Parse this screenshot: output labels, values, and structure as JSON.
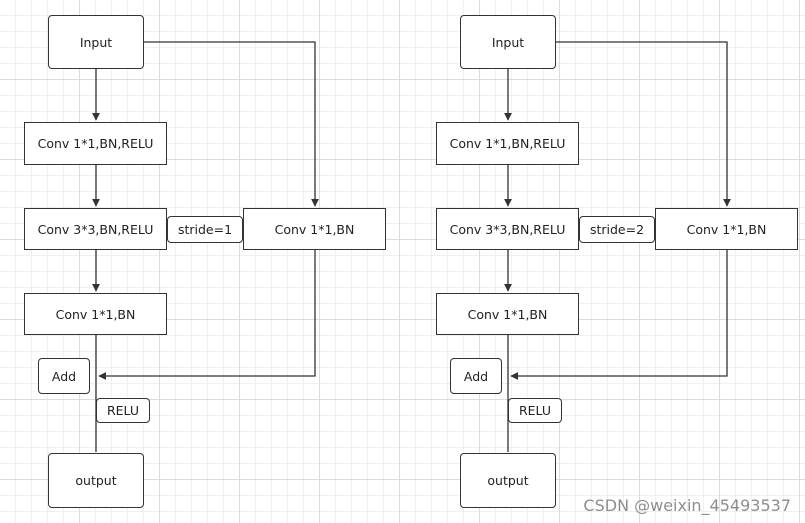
{
  "diagrams": [
    {
      "input": "Input",
      "conv1": "Conv 1*1,BN,RELU",
      "conv3": "Conv 3*3,BN,RELU",
      "stride": "stride=1",
      "shortcut": "Conv 1*1,BN",
      "conv1bn": "Conv 1*1,BN",
      "add": "Add",
      "relu": "RELU",
      "output": "output"
    },
    {
      "input": "Input",
      "conv1": "Conv 1*1,BN,RELU",
      "conv3": "Conv 3*3,BN,RELU",
      "stride": "stride=2",
      "shortcut": "Conv 1*1,BN",
      "conv1bn": "Conv 1*1,BN",
      "add": "Add",
      "relu": "RELU",
      "output": "output"
    }
  ],
  "watermark": "CSDN @weixin_45493537",
  "colors": {
    "stroke": "#333333",
    "grid_major": "#dcdcdc",
    "grid_minor": "#f0f0f0",
    "watermark": "#8e8e8e"
  }
}
